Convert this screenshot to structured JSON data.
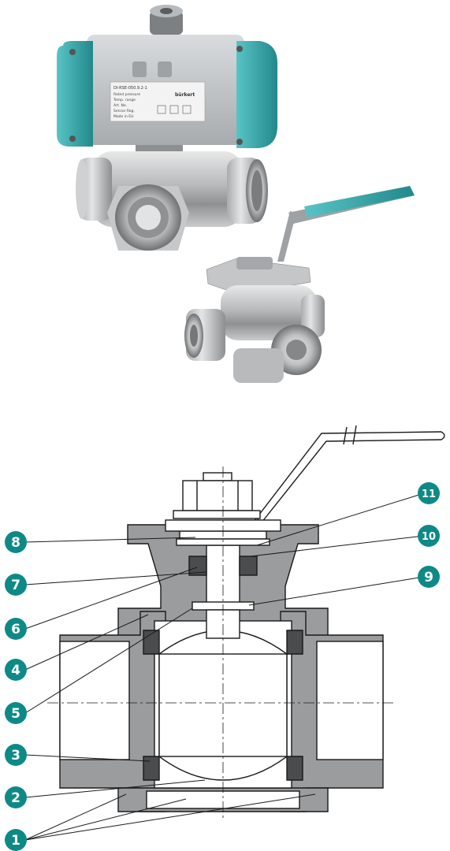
{
  "colors": {
    "callout": "#0e8a86",
    "metal_section": "#9a9c9e",
    "seal": "#4a4c4e",
    "outline": "#1a1a1a",
    "actuator_cap": "#2fa3a6",
    "handle_grip": "#1f9b8a"
  },
  "actuator_label": {
    "model": "DI-RSE-050.9.2-1",
    "text_lines": [
      "Rated pressure",
      "Temp. range",
      "Art. No.",
      "Sensor Reg.",
      "Made in EU"
    ],
    "brand": "bürkert"
  },
  "callouts": [
    {
      "id": "callout-1",
      "label": "1"
    },
    {
      "id": "callout-2",
      "label": "2"
    },
    {
      "id": "callout-3",
      "label": "3"
    },
    {
      "id": "callout-4",
      "label": "4"
    },
    {
      "id": "callout-5",
      "label": "5"
    },
    {
      "id": "callout-6",
      "label": "6"
    },
    {
      "id": "callout-7",
      "label": "7"
    },
    {
      "id": "callout-8",
      "label": "8"
    },
    {
      "id": "callout-9",
      "label": "9"
    },
    {
      "id": "callout-10",
      "label": "10"
    },
    {
      "id": "callout-11",
      "label": "11"
    }
  ]
}
